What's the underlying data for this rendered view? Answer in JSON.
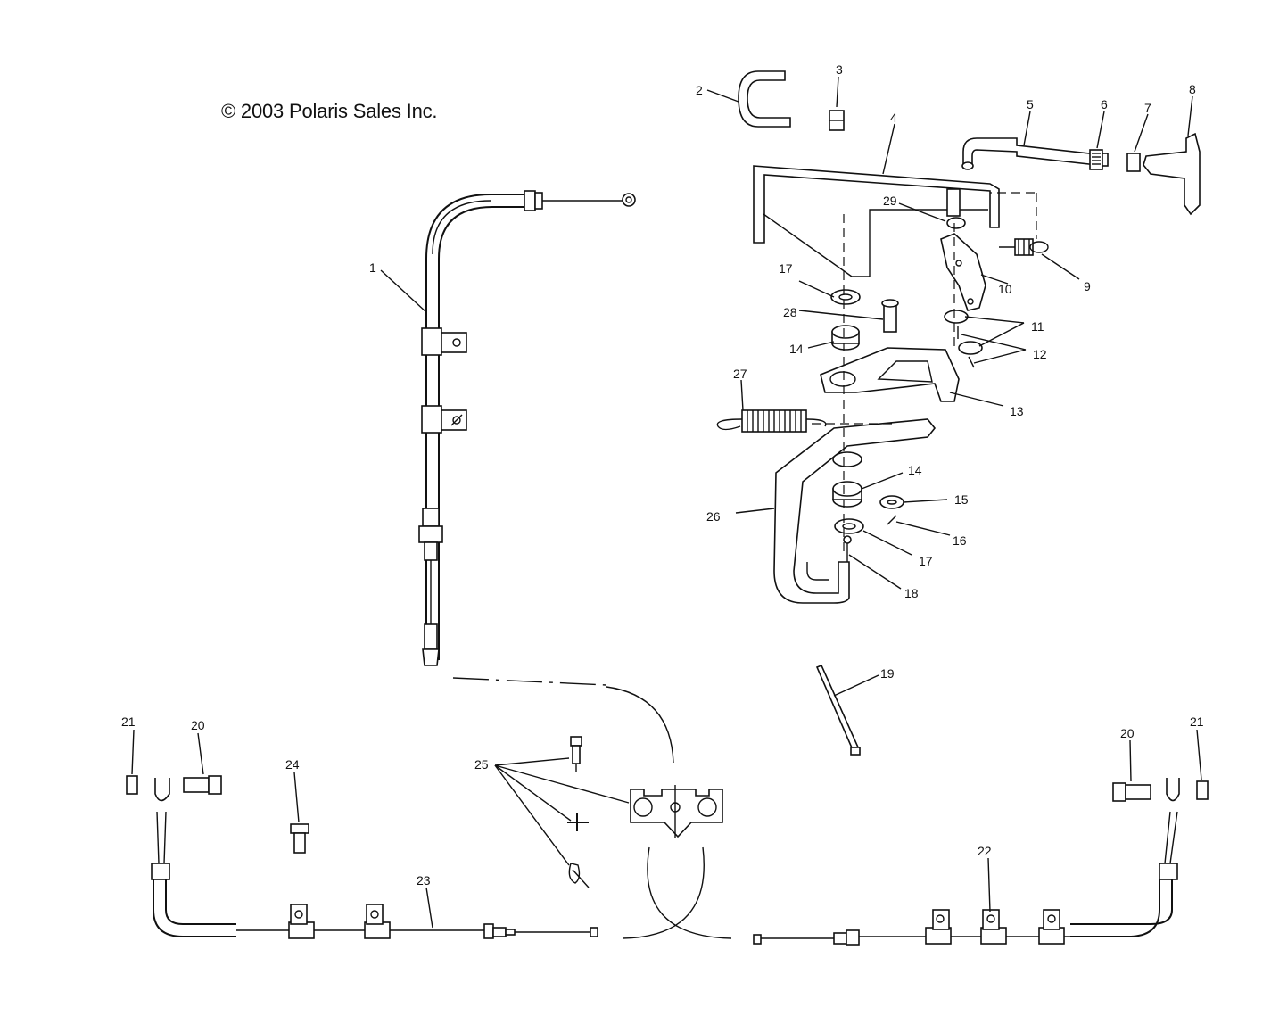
{
  "copyright": "© 2003 Polaris Sales Inc.",
  "callouts": [
    {
      "id": "c1",
      "text": "1"
    },
    {
      "id": "c2",
      "text": "2"
    },
    {
      "id": "c3",
      "text": "3"
    },
    {
      "id": "c4",
      "text": "4"
    },
    {
      "id": "c5",
      "text": "5"
    },
    {
      "id": "c6",
      "text": "6"
    },
    {
      "id": "c7",
      "text": "7"
    },
    {
      "id": "c8",
      "text": "8"
    },
    {
      "id": "c9",
      "text": "9"
    },
    {
      "id": "c10",
      "text": "10"
    },
    {
      "id": "c11",
      "text": "11"
    },
    {
      "id": "c12",
      "text": "12"
    },
    {
      "id": "c13",
      "text": "13"
    },
    {
      "id": "c14a",
      "text": "14"
    },
    {
      "id": "c14b",
      "text": "14"
    },
    {
      "id": "c15",
      "text": "15"
    },
    {
      "id": "c16",
      "text": "16"
    },
    {
      "id": "c17a",
      "text": "17"
    },
    {
      "id": "c17b",
      "text": "17"
    },
    {
      "id": "c18",
      "text": "18"
    },
    {
      "id": "c19",
      "text": "19"
    },
    {
      "id": "c20a",
      "text": "20"
    },
    {
      "id": "c20b",
      "text": "20"
    },
    {
      "id": "c21a",
      "text": "21"
    },
    {
      "id": "c21b",
      "text": "21"
    },
    {
      "id": "c22",
      "text": "22"
    },
    {
      "id": "c23",
      "text": "23"
    },
    {
      "id": "c24",
      "text": "24"
    },
    {
      "id": "c25",
      "text": "25"
    },
    {
      "id": "c26",
      "text": "26"
    },
    {
      "id": "c27",
      "text": "27"
    },
    {
      "id": "c28",
      "text": "28"
    },
    {
      "id": "c29",
      "text": "29"
    }
  ]
}
